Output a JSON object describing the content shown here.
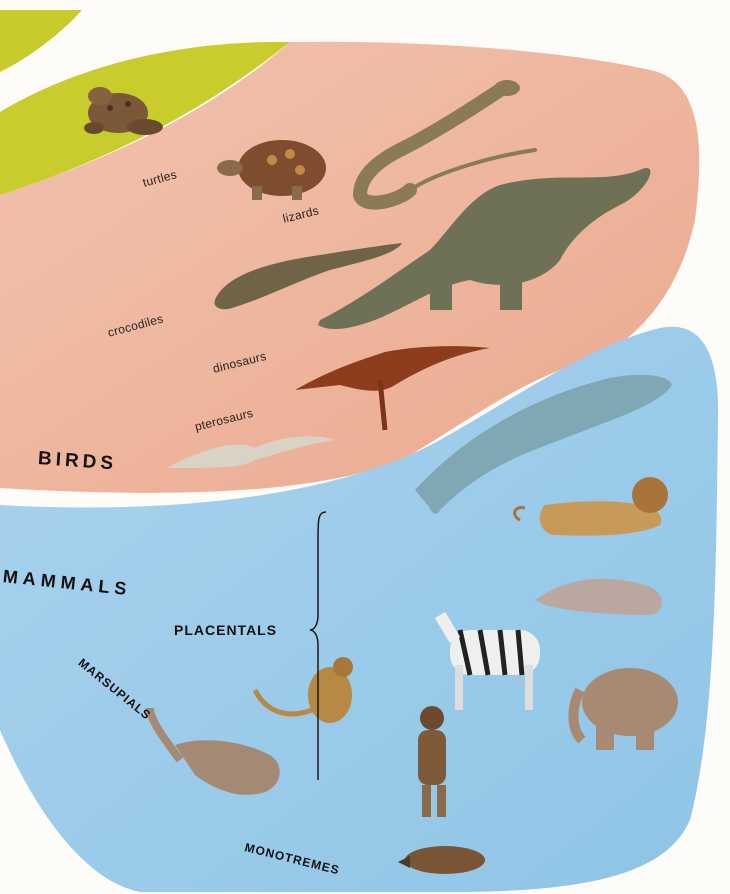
{
  "labels": {
    "turtles": "turtles",
    "lizards": "lizards",
    "crocodiles": "crocodiles",
    "dinosaurs": "dinosaurs",
    "pterosaurs": "pterosaurs",
    "birds": "BIRDS",
    "mammals": "MAMMALS",
    "placentals": "PLACENTALS",
    "marsupials": "MARSUPIALS",
    "monotremes": "MONOTREMES"
  },
  "colors": {
    "background": "#fdfcf8",
    "amphibian_band": "#c9cc2a",
    "reptile_region": "#efb59c",
    "mammal_region": "#9ccbe8",
    "text": "#1a1412"
  },
  "animals": [
    "frog",
    "turtle",
    "lizard",
    "crocodile",
    "dinosaur",
    "pterosaur",
    "bird",
    "whale",
    "lion",
    "manatee",
    "zebra",
    "elephant",
    "monkey",
    "kangaroo",
    "caveman",
    "platypus"
  ]
}
